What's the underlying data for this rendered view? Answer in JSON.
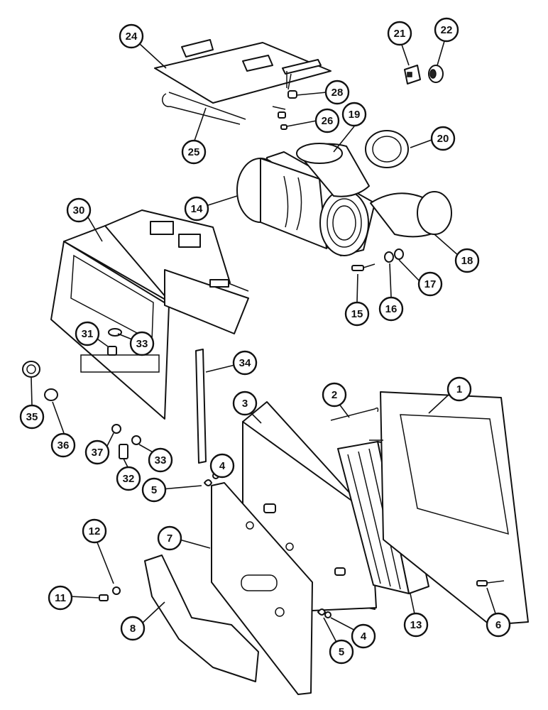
{
  "callouts": [
    {
      "id": "c1",
      "label": "1"
    },
    {
      "id": "c2",
      "label": "2"
    },
    {
      "id": "c3",
      "label": "3"
    },
    {
      "id": "c4a",
      "label": "4"
    },
    {
      "id": "c4b",
      "label": "4"
    },
    {
      "id": "c5a",
      "label": "5"
    },
    {
      "id": "c5b",
      "label": "5"
    },
    {
      "id": "c6",
      "label": "6"
    },
    {
      "id": "c7",
      "label": "7"
    },
    {
      "id": "c8",
      "label": "8"
    },
    {
      "id": "c11",
      "label": "11"
    },
    {
      "id": "c12",
      "label": "12"
    },
    {
      "id": "c13",
      "label": "13"
    },
    {
      "id": "c14",
      "label": "14"
    },
    {
      "id": "c15",
      "label": "15"
    },
    {
      "id": "c16",
      "label": "16"
    },
    {
      "id": "c17",
      "label": "17"
    },
    {
      "id": "c18",
      "label": "18"
    },
    {
      "id": "c19",
      "label": "19"
    },
    {
      "id": "c20",
      "label": "20"
    },
    {
      "id": "c21",
      "label": "21"
    },
    {
      "id": "c22",
      "label": "22"
    },
    {
      "id": "c24",
      "label": "24"
    },
    {
      "id": "c25",
      "label": "25"
    },
    {
      "id": "c26",
      "label": "26"
    },
    {
      "id": "c28",
      "label": "28"
    },
    {
      "id": "c30",
      "label": "30"
    },
    {
      "id": "c31",
      "label": "31"
    },
    {
      "id": "c32",
      "label": "32"
    },
    {
      "id": "c33a",
      "label": "33"
    },
    {
      "id": "c33b",
      "label": "33"
    },
    {
      "id": "c34",
      "label": "34"
    },
    {
      "id": "c35",
      "label": "35"
    },
    {
      "id": "c36",
      "label": "36"
    },
    {
      "id": "c37",
      "label": "37"
    }
  ]
}
